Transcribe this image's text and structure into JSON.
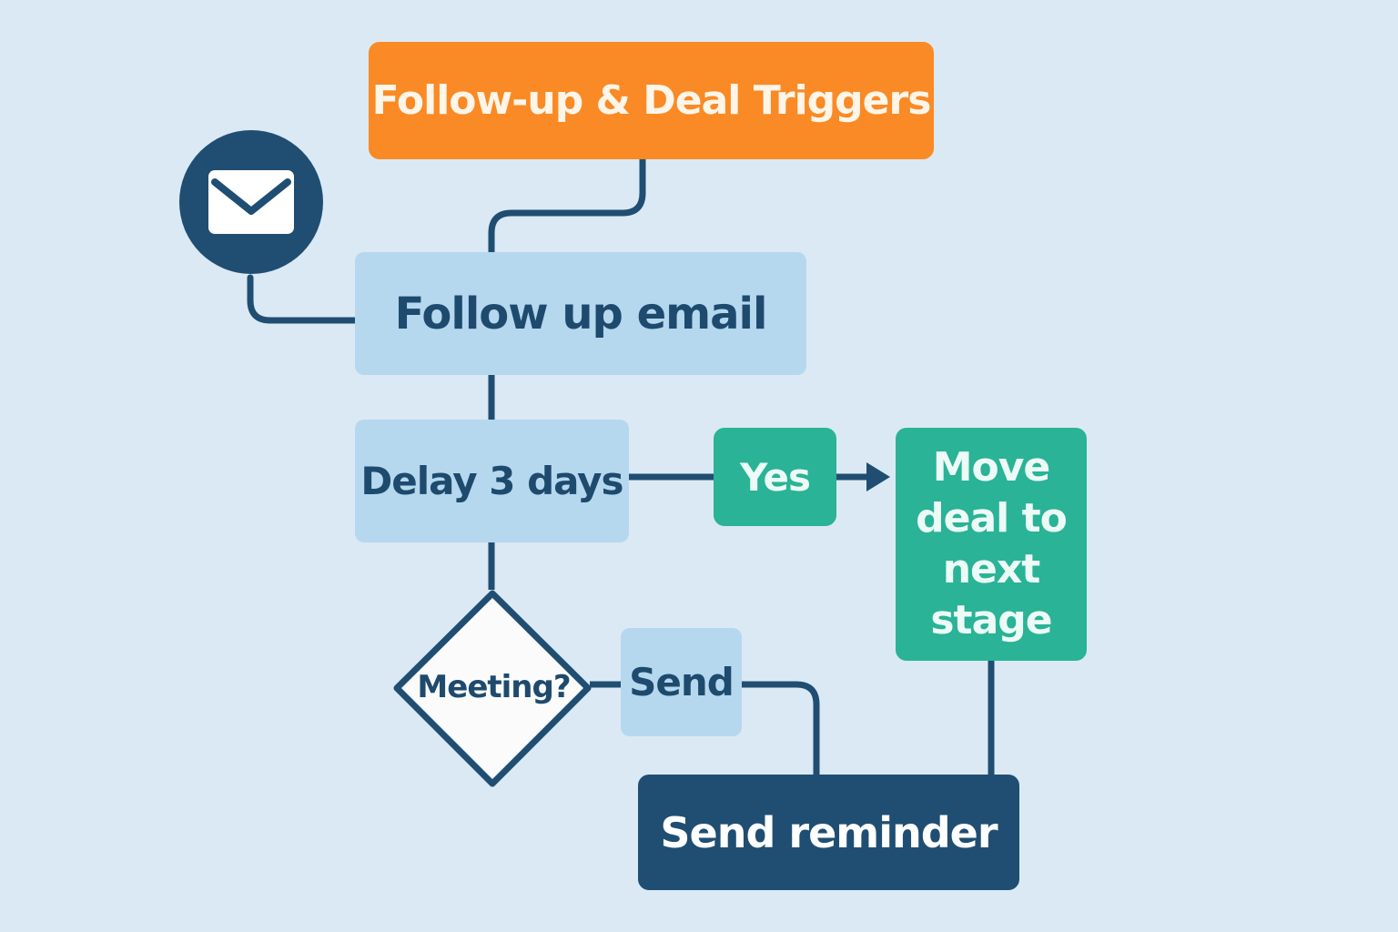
{
  "diagram": {
    "title": "Follow-up & Deal Triggers",
    "nodes": {
      "follow_up_email": "Follow up email",
      "delay": "Delay 3 days",
      "yes": "Yes",
      "move_deal": "Move deal to next stage",
      "meeting": "Meeting?",
      "send": "Send",
      "send_reminder": "Send reminder"
    },
    "icon": "mail-icon"
  },
  "colors": {
    "background": "#dbe9f4",
    "title_fill": "#f98a25",
    "step_fill": "#b5d8ef",
    "branch_fill": "#2ab396",
    "dark_fill": "#1f4e72",
    "connector": "#1f4e72",
    "decision_fill": "#fbfbfb"
  }
}
